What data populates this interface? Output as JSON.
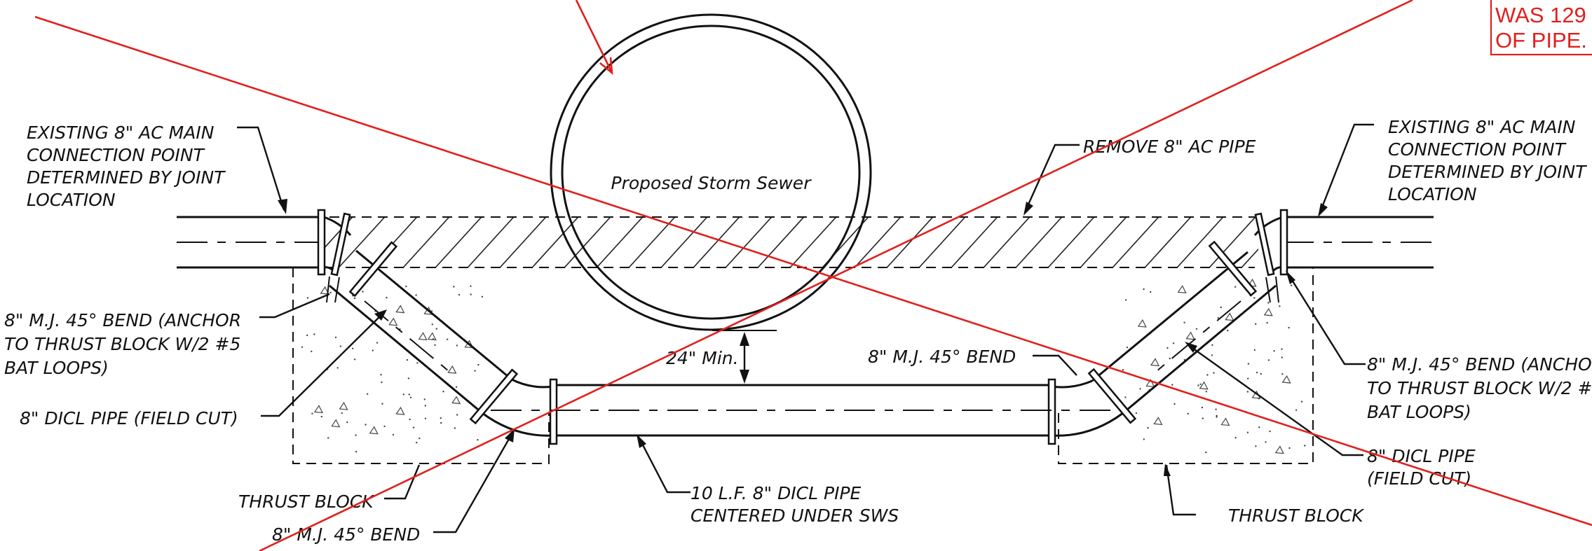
{
  "revision_cloud": {
    "line1": "WAS 129",
    "line2": "OF PIPE.",
    "color": "#e0201d"
  },
  "storm_sewer": {
    "label": "Proposed Storm Sewer"
  },
  "remove_note": {
    "text": "REMOVE 8\" AC PIPE"
  },
  "left_existing": {
    "lines": [
      "EXISTING 8\" AC MAIN",
      "CONNECTION POINT",
      "DETERMINED BY JOINT",
      "LOCATION"
    ]
  },
  "right_existing": {
    "lines": [
      "EXISTING 8\" AC MAIN",
      "CONNECTION POINT",
      "DETERMINED BY JOINT",
      "LOCATION"
    ]
  },
  "left_bend_anchor": {
    "lines": [
      "8\" M.J. 45° BEND (ANCHOR",
      "TO THRUST BLOCK W/2 #5",
      "BAT LOOPS)"
    ]
  },
  "right_bend_anchor": {
    "lines": [
      "8\" M.J. 45° BEND (ANCHO",
      "TO THRUST BLOCK W/2 #",
      "BAT LOOPS)"
    ]
  },
  "left_dicl_field_cut": {
    "text": "8\" DICL PIPE (FIELD CUT)"
  },
  "right_dicl_field_cut": {
    "lines": [
      "8\" DICL PIPE",
      "(FIELD CUT)"
    ]
  },
  "min_clearance": {
    "text": "24\" Min."
  },
  "right_mj_bend": {
    "text": "8\" M.J. 45° BEND"
  },
  "left_thrust_block": {
    "text": "THRUST BLOCK"
  },
  "right_thrust_block": {
    "text": "THRUST BLOCK"
  },
  "bottom_mj_bend": {
    "text": "8\" M.J. 45° BEND"
  },
  "center_pipe": {
    "lines": [
      "10 L.F. 8\" DICL PIPE",
      "CENTERED UNDER SWS"
    ]
  }
}
